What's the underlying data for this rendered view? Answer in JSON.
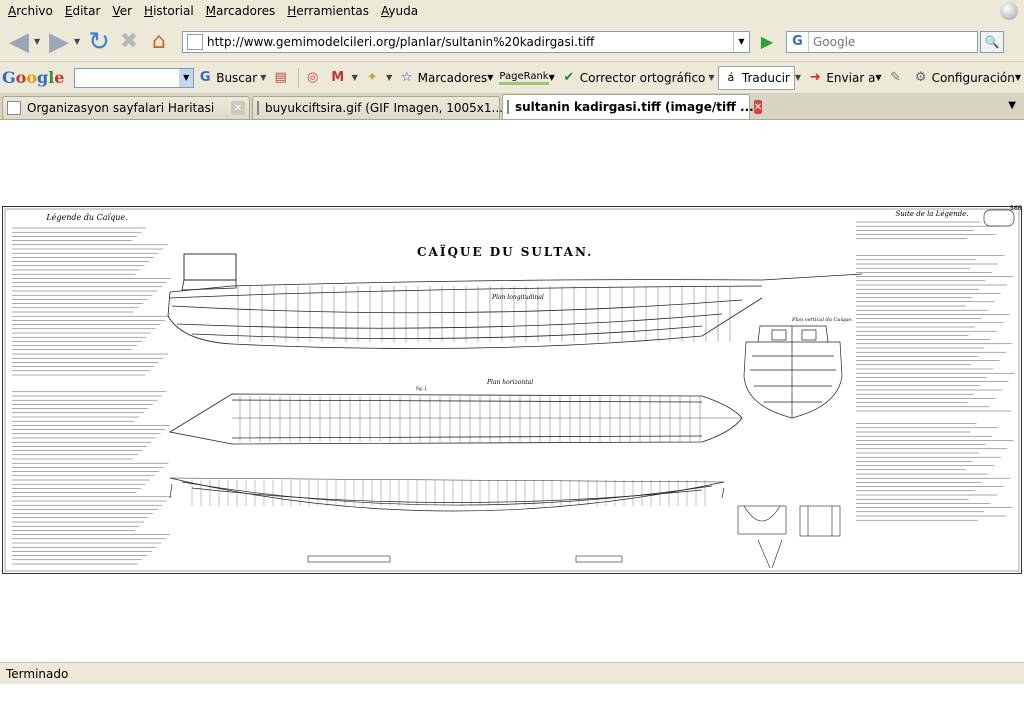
{
  "menu": [
    "Archivo",
    "Editar",
    "Ver",
    "Historial",
    "Marcadores",
    "Herramientas",
    "Ayuda"
  ],
  "nav": {
    "url": "http://www.gemimodelcileri.org/planlar/sultanin%20kadirgasi.tiff",
    "search_placeholder": "Google"
  },
  "gtoolbar": {
    "logo": [
      "G",
      "o",
      "o",
      "g",
      "l",
      "e"
    ],
    "buscar": "Buscar",
    "marcadores": "Marcadores",
    "pagerank": "PageRank",
    "corrector": "Corrector ortográfico",
    "traducir": "Traducir",
    "enviar": "Enviar a",
    "configuracion": "Configuración"
  },
  "tabs": [
    {
      "label": "Organizasyon sayfalari Haritasi",
      "active": false
    },
    {
      "label": "buyukciftsira.gif (GIF Imagen, 1005x1...",
      "active": false
    },
    {
      "label": "sultanin kadirgasi.tiff (image/tiff ...",
      "active": true
    }
  ],
  "drawing": {
    "title": "CAÏQUE   DU   SULTAN.",
    "plan_long": "Plan longitudinal",
    "plan_horiz": "Plan horizontal",
    "plan_vertical": "Plan vertical du Caïque.",
    "legend_left": "Légende du Caïque.",
    "legend_right": "Suite de la Légende.",
    "page_number": "566",
    "fig_label": "Fig. 1"
  },
  "status": "Terminado",
  "colors": {
    "chrome": "#ece9d8",
    "active_close": "#d9433b",
    "url_border": "#7f9db9"
  }
}
